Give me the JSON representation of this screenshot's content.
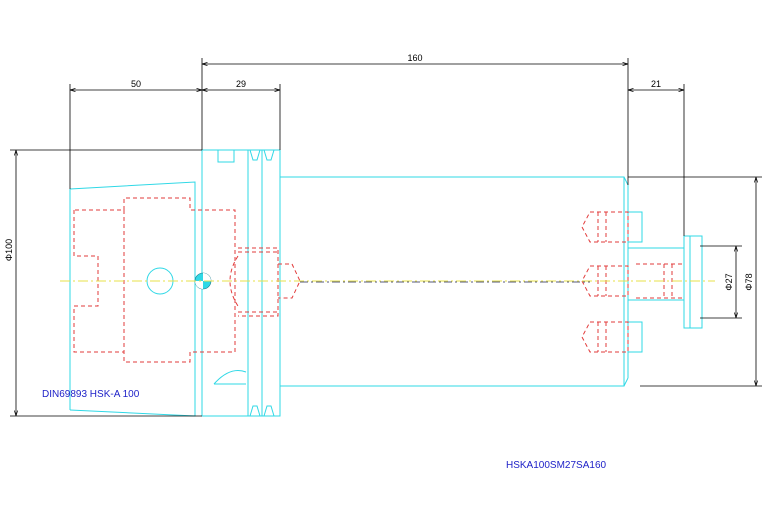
{
  "drawing": {
    "dimensions": {
      "overall_length": "160",
      "taper_length": "50",
      "flange_length": "29",
      "screw_length": "21",
      "flange_diameter": "Φ100",
      "body_diameter": "Φ78",
      "screw_diameter": "Φ27"
    },
    "labels": {
      "standard": "DIN69893 HSK-A 100",
      "part_number": "HSKA100SM27SA160"
    },
    "colors": {
      "outline": "#2fd8e6",
      "hidden": "#e23b3b",
      "centerline": "#e7e04a",
      "dimension": "#000000",
      "label": "#1f22c8"
    }
  }
}
